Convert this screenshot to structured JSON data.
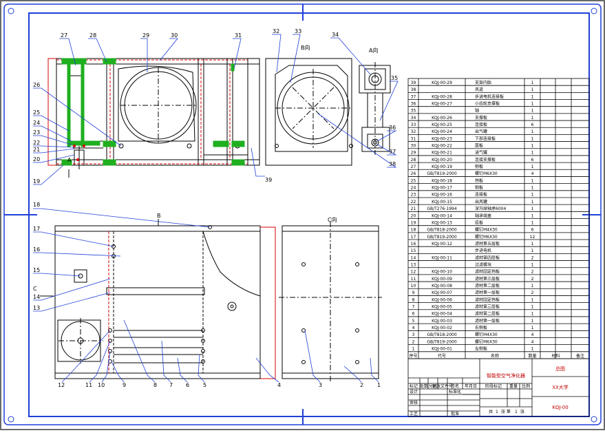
{
  "views": {
    "b_view": "B向",
    "a_view": "A向",
    "c_view": "C向",
    "arrow_a": "A",
    "arrow_b": "B",
    "arrow_c": "C"
  },
  "callouts": {
    "c1": "1",
    "c2": "2",
    "c3": "3",
    "c4": "4",
    "c5": "5",
    "c6": "6",
    "c7": "7",
    "c8": "8",
    "c9": "9",
    "c10": "10",
    "c11": "11",
    "c12": "12",
    "c13": "13",
    "c14": "14",
    "c15": "15",
    "c16": "16",
    "c17": "17",
    "c18": "18",
    "c19": "19",
    "c20": "20",
    "c21": "21",
    "c22": "22",
    "c23": "23",
    "c24": "24",
    "c25": "25",
    "c26": "26",
    "c27": "27",
    "c28": "28",
    "c29": "29",
    "c30": "30",
    "c31": "31",
    "c32": "32",
    "c33": "33",
    "c34": "34",
    "c35": "35",
    "c36": "36",
    "c37": "37",
    "c38": "38",
    "c39": "39"
  },
  "bom": {
    "header": {
      "no": "序号",
      "code": "代号",
      "name": "名称",
      "qty": "数量",
      "material": "材料",
      "note": "备注"
    },
    "rows": [
      {
        "no": "39",
        "code": "KQJ-00-29",
        "name": "支架内胎",
        "qty": "1"
      },
      {
        "no": "38",
        "code": "",
        "name": "风道",
        "qty": "1"
      },
      {
        "no": "37",
        "code": "KQJ-00-28",
        "name": "步进电机连接板",
        "qty": "1"
      },
      {
        "no": "36",
        "code": "KQJ-00-27",
        "name": "小齿轮支撑板",
        "qty": "1"
      },
      {
        "no": "35",
        "code": "",
        "name": "轴",
        "qty": "1"
      },
      {
        "no": "34",
        "code": "KQJ-00-26",
        "name": "支撑板",
        "qty": "1"
      },
      {
        "no": "33",
        "code": "KQJ-00-25",
        "name": "连接板",
        "qty": "6"
      },
      {
        "no": "32",
        "code": "KQJ-00-24",
        "name": "出气罐",
        "qty": "1"
      },
      {
        "no": "31",
        "code": "KQJ-00-23",
        "name": "下部连接板",
        "qty": "1"
      },
      {
        "no": "30",
        "code": "KQJ-00-22",
        "name": "面板",
        "qty": "1"
      },
      {
        "no": "29",
        "code": "KQJ-00-21",
        "name": "进气罐",
        "qty": "1"
      },
      {
        "no": "28",
        "code": "KQJ-00-20",
        "name": "连接支撑板",
        "qty": "6"
      },
      {
        "no": "27",
        "code": "KQJ-00-19",
        "name": "侧板",
        "qty": "1"
      },
      {
        "no": "26",
        "code": "GB/T819-2000",
        "name": "螺钉M6X30",
        "qty": "4"
      },
      {
        "no": "25",
        "code": "KQJ-00-18",
        "name": "挡板",
        "qty": "1"
      },
      {
        "no": "24",
        "code": "KQJ-00-17",
        "name": "侧板",
        "qty": "1"
      },
      {
        "no": "23",
        "code": "KQJ-00-16",
        "name": "连接板",
        "qty": "1"
      },
      {
        "no": "22",
        "code": "KQJ-00-15",
        "name": "出风罐",
        "qty": "1"
      },
      {
        "no": "21",
        "code": "GB/T276-1994",
        "name": "深沟球轴承6004",
        "qty": "1"
      },
      {
        "no": "20",
        "code": "KQJ-00-14",
        "name": "轴承端盖",
        "qty": "1"
      },
      {
        "no": "19",
        "code": "KQJ-00-13",
        "name": "底板",
        "qty": "1"
      },
      {
        "no": "18",
        "code": "GB/T818-2000",
        "name": "螺钉M4X30",
        "qty": "6"
      },
      {
        "no": "17",
        "code": "GB/T819-2000",
        "name": "螺钉M6X30",
        "qty": "12"
      },
      {
        "no": "16",
        "code": "KQJ-00-12",
        "name": "滤材第五层板",
        "qty": "1"
      },
      {
        "no": "15",
        "code": "",
        "name": "步进电机",
        "qty": "1"
      },
      {
        "no": "14",
        "code": "KQJ-00-11",
        "name": "滤材第四层板",
        "qty": "2"
      },
      {
        "no": "13",
        "code": "",
        "name": "过滤模块",
        "qty": "1"
      },
      {
        "no": "12",
        "code": "KQJ-00-10",
        "name": "滤材固定挡板",
        "qty": "2"
      },
      {
        "no": "11",
        "code": "KQJ-00-09",
        "name": "滤材第三层板",
        "qty": "2"
      },
      {
        "no": "10",
        "code": "KQJ-00-08",
        "name": "滤材第二层板",
        "qty": "1"
      },
      {
        "no": "9",
        "code": "KQJ-00-07",
        "name": "滤材第一层板",
        "qty": "2"
      },
      {
        "no": "8",
        "code": "KQJ-00-06",
        "name": "滤材固定挡板",
        "qty": "1"
      },
      {
        "no": "7",
        "code": "KQJ-00-05",
        "name": "滤材第三层板",
        "qty": "1"
      },
      {
        "no": "6",
        "code": "KQJ-00-04",
        "name": "滤材第二层板",
        "qty": "1"
      },
      {
        "no": "5",
        "code": "KQJ-00-03",
        "name": "滤材第一层板",
        "qty": "1"
      },
      {
        "no": "4",
        "code": "KQJ-00-02",
        "name": "右侧板",
        "qty": "1"
      },
      {
        "no": "3",
        "code": "GB/T818-2000",
        "name": "螺钉M4X30",
        "qty": "4"
      },
      {
        "no": "2",
        "code": "GB/T819-2000",
        "name": "螺钉M6X30",
        "qty": "4"
      },
      {
        "no": "1",
        "code": "KQJ-00-01",
        "name": "左侧板",
        "qty": "1"
      }
    ]
  },
  "title_block": {
    "product": "智能型空气净化器",
    "drawing": "总图",
    "org": "XX大学",
    "code": "KQJ-00",
    "mark": "标记",
    "count": "处数",
    "zone": "分区",
    "change_doc": "更改文件号",
    "sign": "签名",
    "date": "年月日",
    "design": "设计",
    "standard": "标准化",
    "stage_mark": "阶段标记",
    "weight": "重量",
    "scale": "比例",
    "check": "审核",
    "process": "工艺",
    "approve": "批准",
    "sheet_total": "共",
    "sheet_no": "张 第",
    "sheet_suffix": "张",
    "sheet_count": "1",
    "sheet_number": "1"
  },
  "colors": {
    "frame": "#1f3fd8",
    "line": "#000000",
    "hidden_red": "#d40000",
    "weld_green": "#1faf1f",
    "outer_bg": "#6a6a6a"
  }
}
